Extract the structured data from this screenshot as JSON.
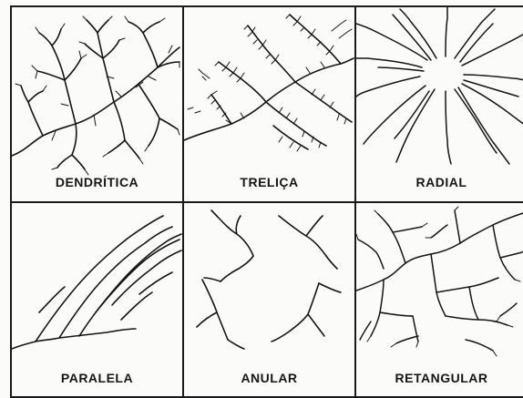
{
  "panels": [
    {
      "id": "dendritica",
      "label": "DENDRÍTICA"
    },
    {
      "id": "trelica",
      "label": "TRELIÇA"
    },
    {
      "id": "radial",
      "label": "RADIAL"
    },
    {
      "id": "paralela",
      "label": "PARALELA"
    },
    {
      "id": "anular",
      "label": "ANULAR"
    },
    {
      "id": "retangular",
      "label": "RETANGULAR"
    }
  ]
}
